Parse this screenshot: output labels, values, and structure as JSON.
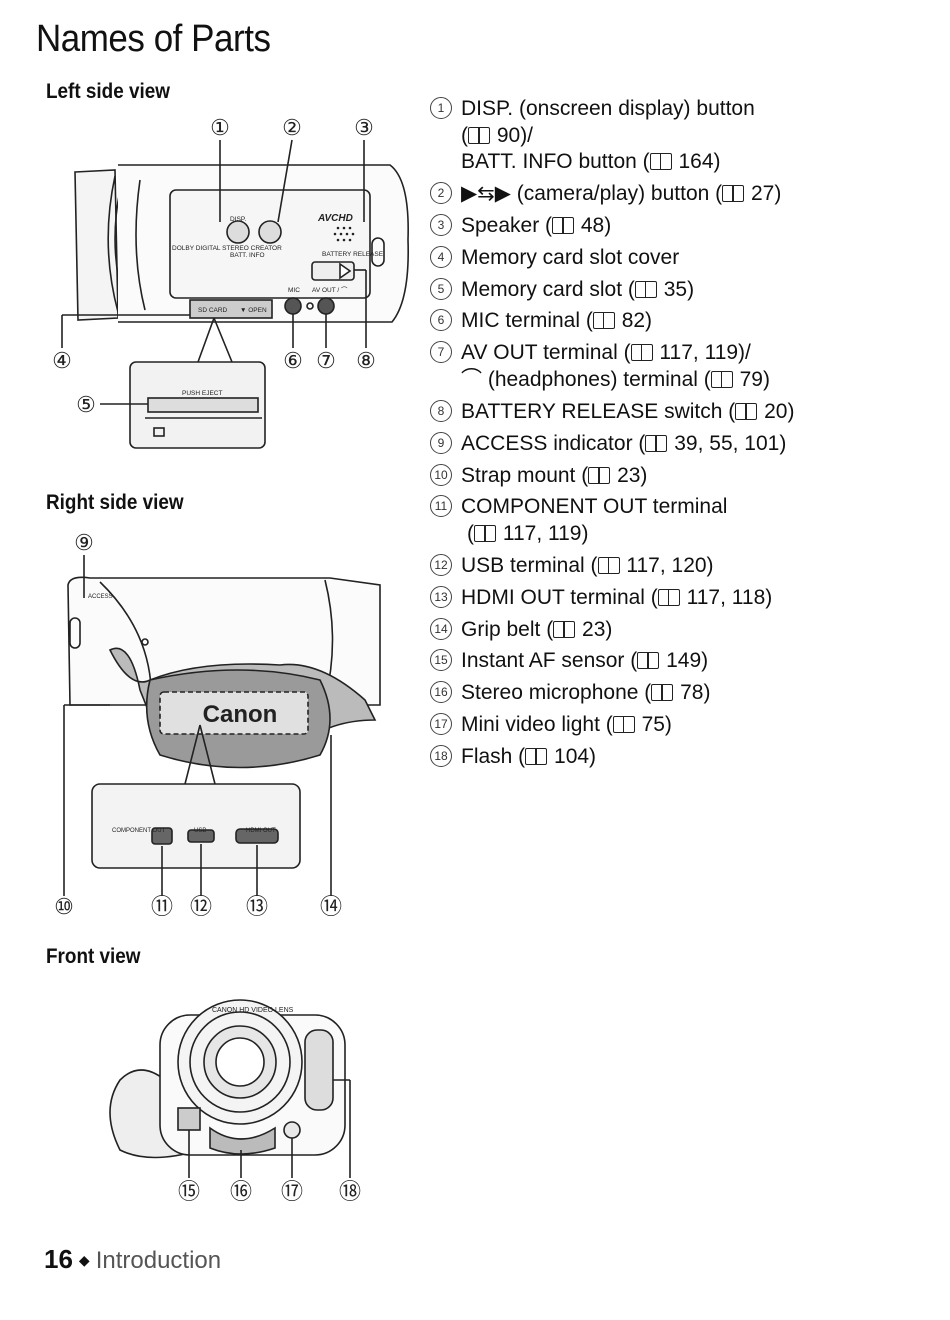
{
  "page": {
    "title": "Names of Parts",
    "footer": {
      "page_number": "16",
      "separator": "◆",
      "chapter": "Introduction"
    }
  },
  "sections": {
    "left_side": "Left side view",
    "right_side": "Right side view",
    "front": "Front view"
  },
  "diagram_labels": {
    "disp": "DISP.",
    "batt_info": "BATT. INFO",
    "avchd": "AVCHD",
    "dolby": "DOLBY DIGITAL STEREO CREATOR",
    "battery_release": "BATTERY RELEASE",
    "mic": "MIC",
    "av_out": "AV OUT / ⌒",
    "sd_card": "SD CARD",
    "open": "▼ OPEN",
    "push_eject": "PUSH EJECT",
    "access": "ACCESS",
    "brand": "Canon",
    "component_out": "COMPONENT OUT",
    "usb": "USB",
    "hdmi_out": "HDMI OUT",
    "lens_text": "CANON HD VIDEO LENS"
  },
  "callouts": [
    "①",
    "②",
    "③",
    "④",
    "⑤",
    "⑥",
    "⑦",
    "⑧",
    "⑨",
    "⑩",
    "⑪",
    "⑫",
    "⑬",
    "⑭",
    "⑮",
    "⑯",
    "⑰",
    "⑱"
  ],
  "parts": [
    {
      "num": "1",
      "lines": [
        "DISP. (onscreen display) button",
        "(📖 90)/",
        "BATT. INFO button (📖 164)"
      ]
    },
    {
      "num": "2",
      "lines": [
        "▶⇆▶ (camera/play) button (📖 27)"
      ]
    },
    {
      "num": "3",
      "lines": [
        "Speaker (📖 48)"
      ]
    },
    {
      "num": "4",
      "lines": [
        "Memory card slot cover"
      ]
    },
    {
      "num": "5",
      "lines": [
        "Memory card slot (📖 35)"
      ]
    },
    {
      "num": "6",
      "lines": [
        "MIC terminal (📖 82)"
      ]
    },
    {
      "num": "7",
      "lines": [
        "AV OUT terminal (📖 117, 119)/",
        "⌒ (headphones) terminal (📖 79)"
      ]
    },
    {
      "num": "8",
      "lines": [
        "BATTERY RELEASE switch (📖 20)"
      ]
    },
    {
      "num": "9",
      "lines": [
        "ACCESS indicator (📖 39, 55, 101)"
      ]
    },
    {
      "num": "10",
      "lines": [
        "Strap mount (📖 23)"
      ]
    },
    {
      "num": "11",
      "lines": [
        "COMPONENT OUT terminal",
        "(📖 117, 119)"
      ]
    },
    {
      "num": "12",
      "lines": [
        "USB terminal (📖 117, 120)"
      ]
    },
    {
      "num": "13",
      "lines": [
        "HDMI OUT terminal (📖 117, 118)"
      ]
    },
    {
      "num": "14",
      "lines": [
        "Grip belt (📖 23)"
      ]
    },
    {
      "num": "15",
      "lines": [
        "Instant AF sensor (📖 149)"
      ]
    },
    {
      "num": "16",
      "lines": [
        "Stereo microphone (📖 78)"
      ]
    },
    {
      "num": "17",
      "lines": [
        "Mini video light (📖 75)"
      ]
    },
    {
      "num": "18",
      "lines": [
        "Flash (📖 104)"
      ]
    }
  ]
}
